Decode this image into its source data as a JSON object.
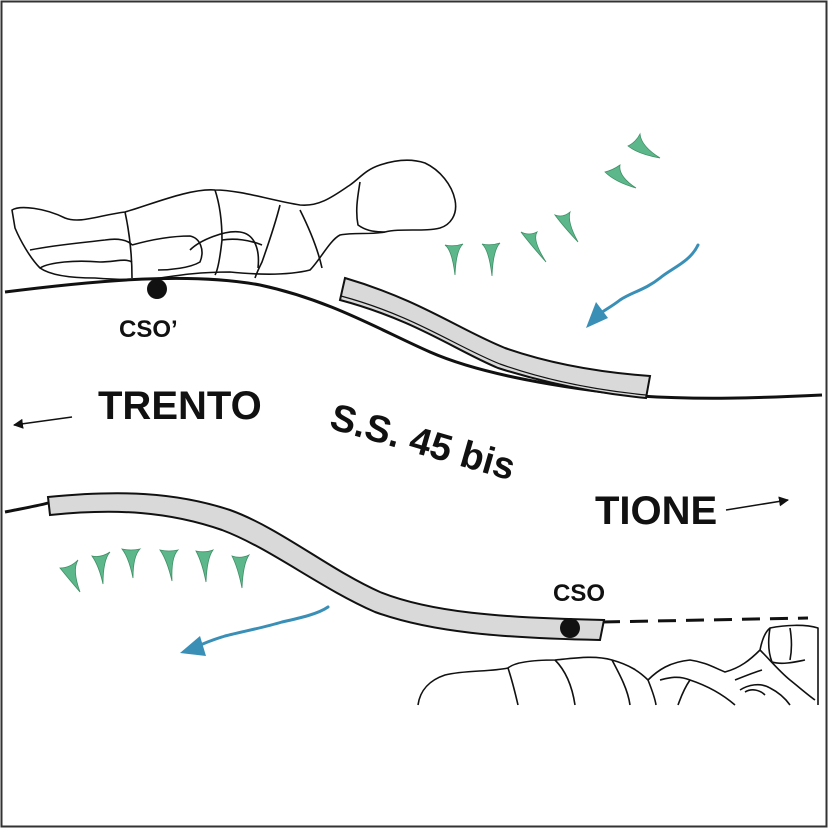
{
  "labels": {
    "cso_prime": "CSO’",
    "cso": "CSO",
    "trento": "TRENTO",
    "road": "S.S. 45 bis",
    "tione": "TIONE"
  },
  "colors": {
    "frame": "#333333",
    "line": "#111111",
    "barrier_fill": "#d9d9d9",
    "vegetation": "#5cb88a",
    "flow_arrow": "#3a8fb7",
    "background": "#ffffff"
  },
  "icons": {
    "direction_left": "arrow-left-icon",
    "direction_right": "arrow-right-icon",
    "flow": "flow-arrow-icon",
    "vegetation": "grass-tuft-icon",
    "point": "point-marker-icon"
  }
}
